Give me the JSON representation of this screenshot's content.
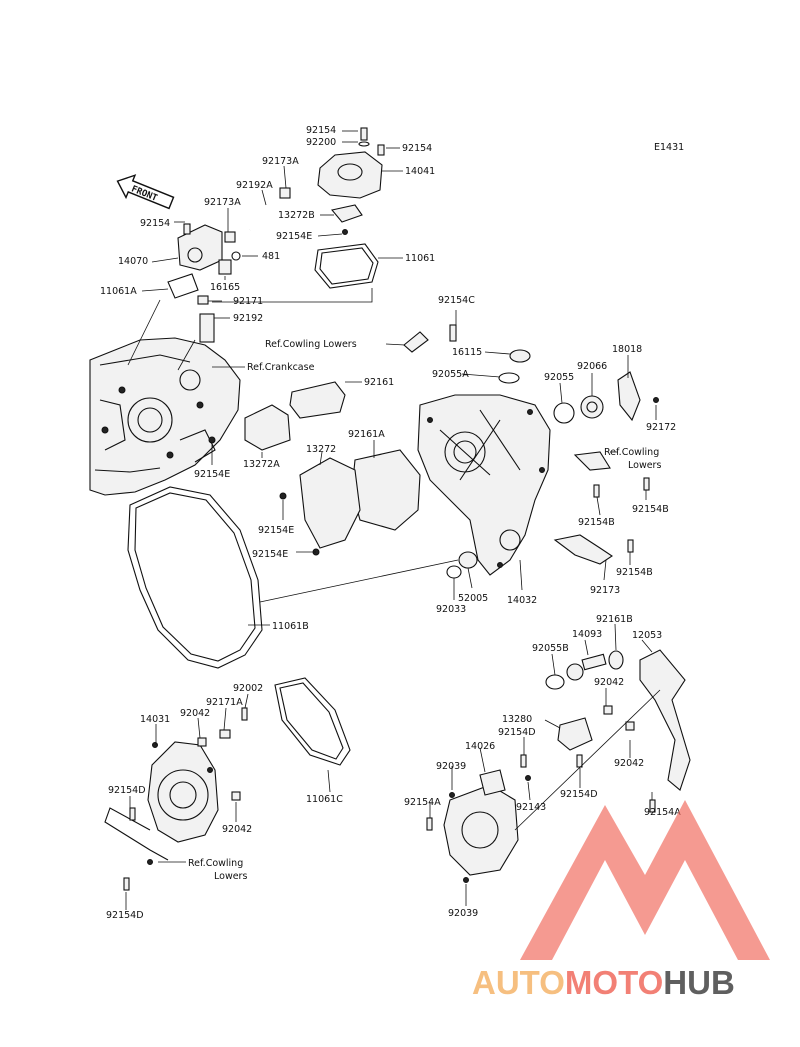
{
  "diagram_code": "E1431",
  "front_label": "FRONT",
  "watermark": {
    "part1": "AUTO",
    "part2": "MOTO",
    "part3": "HUB",
    "color1": "#f5b46a",
    "color2": "#f06a5e",
    "color3": "#444444"
  },
  "labels": {
    "l92154_top": "92154",
    "l92200": "92200",
    "l92154_tr": "92154",
    "l92173A_top": "92173A",
    "l14041": "14041",
    "l92192A": "92192A",
    "l92173A_mid": "92173A",
    "l13272B": "13272B",
    "l92154_left": "92154",
    "l92154E_top": "92154E",
    "l14070": "14070",
    "l481": "481",
    "l11061": "11061",
    "l16165": "16165",
    "l11061A": "11061A",
    "l92171": "92171",
    "l92192": "92192",
    "l92154C": "92154C",
    "ref_cowling_1": "Ref.Cowling Lowers",
    "l16115": "16115",
    "ref_crankcase": "Ref.Crankcase",
    "l18018": "18018",
    "l92161": "92161",
    "l92055A": "92055A",
    "l92055": "92055",
    "l92066": "92066",
    "l92172": "92172",
    "l92161A": "92161A",
    "l13272": "13272",
    "ref_cowling_2a": "Ref.Cowling",
    "ref_cowling_2b": "Lowers",
    "l92154E_a": "92154E",
    "l13272A": "13272A",
    "l92154B_a": "92154B",
    "l92154B_b": "92154B",
    "l92154E_b": "92154E",
    "l92154E_c": "92154E",
    "l52005": "52005",
    "l92033": "92033",
    "l14032": "14032",
    "l92173": "92173",
    "l92154B_c": "92154B",
    "l11061B": "11061B",
    "l92161B": "92161B",
    "l14093": "14093",
    "l12053": "12053",
    "l92055B": "92055B",
    "l92042_r1": "92042",
    "l92002": "92002",
    "l92171A": "92171A",
    "l14031": "14031",
    "l92042_l1": "92042",
    "l13280": "13280",
    "l92154D_r1": "92154D",
    "l14026": "14026",
    "l92042_r2": "92042",
    "l92039_a": "92039",
    "l92154D_l1": "92154D",
    "l92143": "92143",
    "l92154D_r2": "92154D",
    "l92154A_l": "92154A",
    "l92154A_r": "92154A",
    "l11061C": "11061C",
    "l92042_l2": "92042",
    "ref_cowling_3a": "Ref.Cowling",
    "ref_cowling_3b": "Lowers",
    "l92154D_bot": "92154D",
    "l92039_b": "92039"
  }
}
